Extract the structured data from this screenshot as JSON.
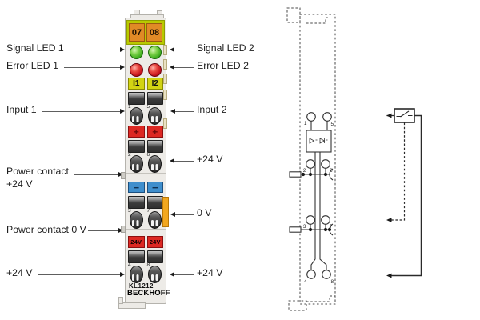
{
  "left_labels": {
    "signal_led_1": "Signal LED 1",
    "error_led_1": "Error LED 1",
    "input_1": "Input 1",
    "power_contact_24v_line1": "Power contact",
    "power_contact_24v_line2": "+24 V",
    "power_contact_0v": "Power contact 0 V",
    "plus_24v": "+24 V"
  },
  "right_labels": {
    "signal_led_2": "Signal LED 2",
    "error_led_2": "Error LED 2",
    "input_2": "Input 2",
    "plus_24v_top": "+24 V",
    "zero_v": "0 V",
    "plus_24v_bottom": "+24 V"
  },
  "module": {
    "channel_labels": [
      "07",
      "08"
    ],
    "input_labels": [
      "I1",
      "I2"
    ],
    "plus_label": "+",
    "minus_label": "−",
    "volt_label": "24V",
    "model": "KL1212",
    "brand": "BECKHOFF"
  },
  "terminals": [
    "1",
    "5",
    "2",
    "6",
    "3",
    "7",
    "4",
    "8"
  ],
  "colors": {
    "housing": "#edebe7",
    "label_frame_green": "#b9c900",
    "channel_label_orange": "#e08a26",
    "signal_led_green": "#4fc02c",
    "error_led_red": "#cf1420",
    "input_label_yellow": "#d2d313",
    "plus_label_red": "#dc2822",
    "minus_label_blue": "#3f8ecc",
    "power_tab_orange": "#f2a71f"
  }
}
